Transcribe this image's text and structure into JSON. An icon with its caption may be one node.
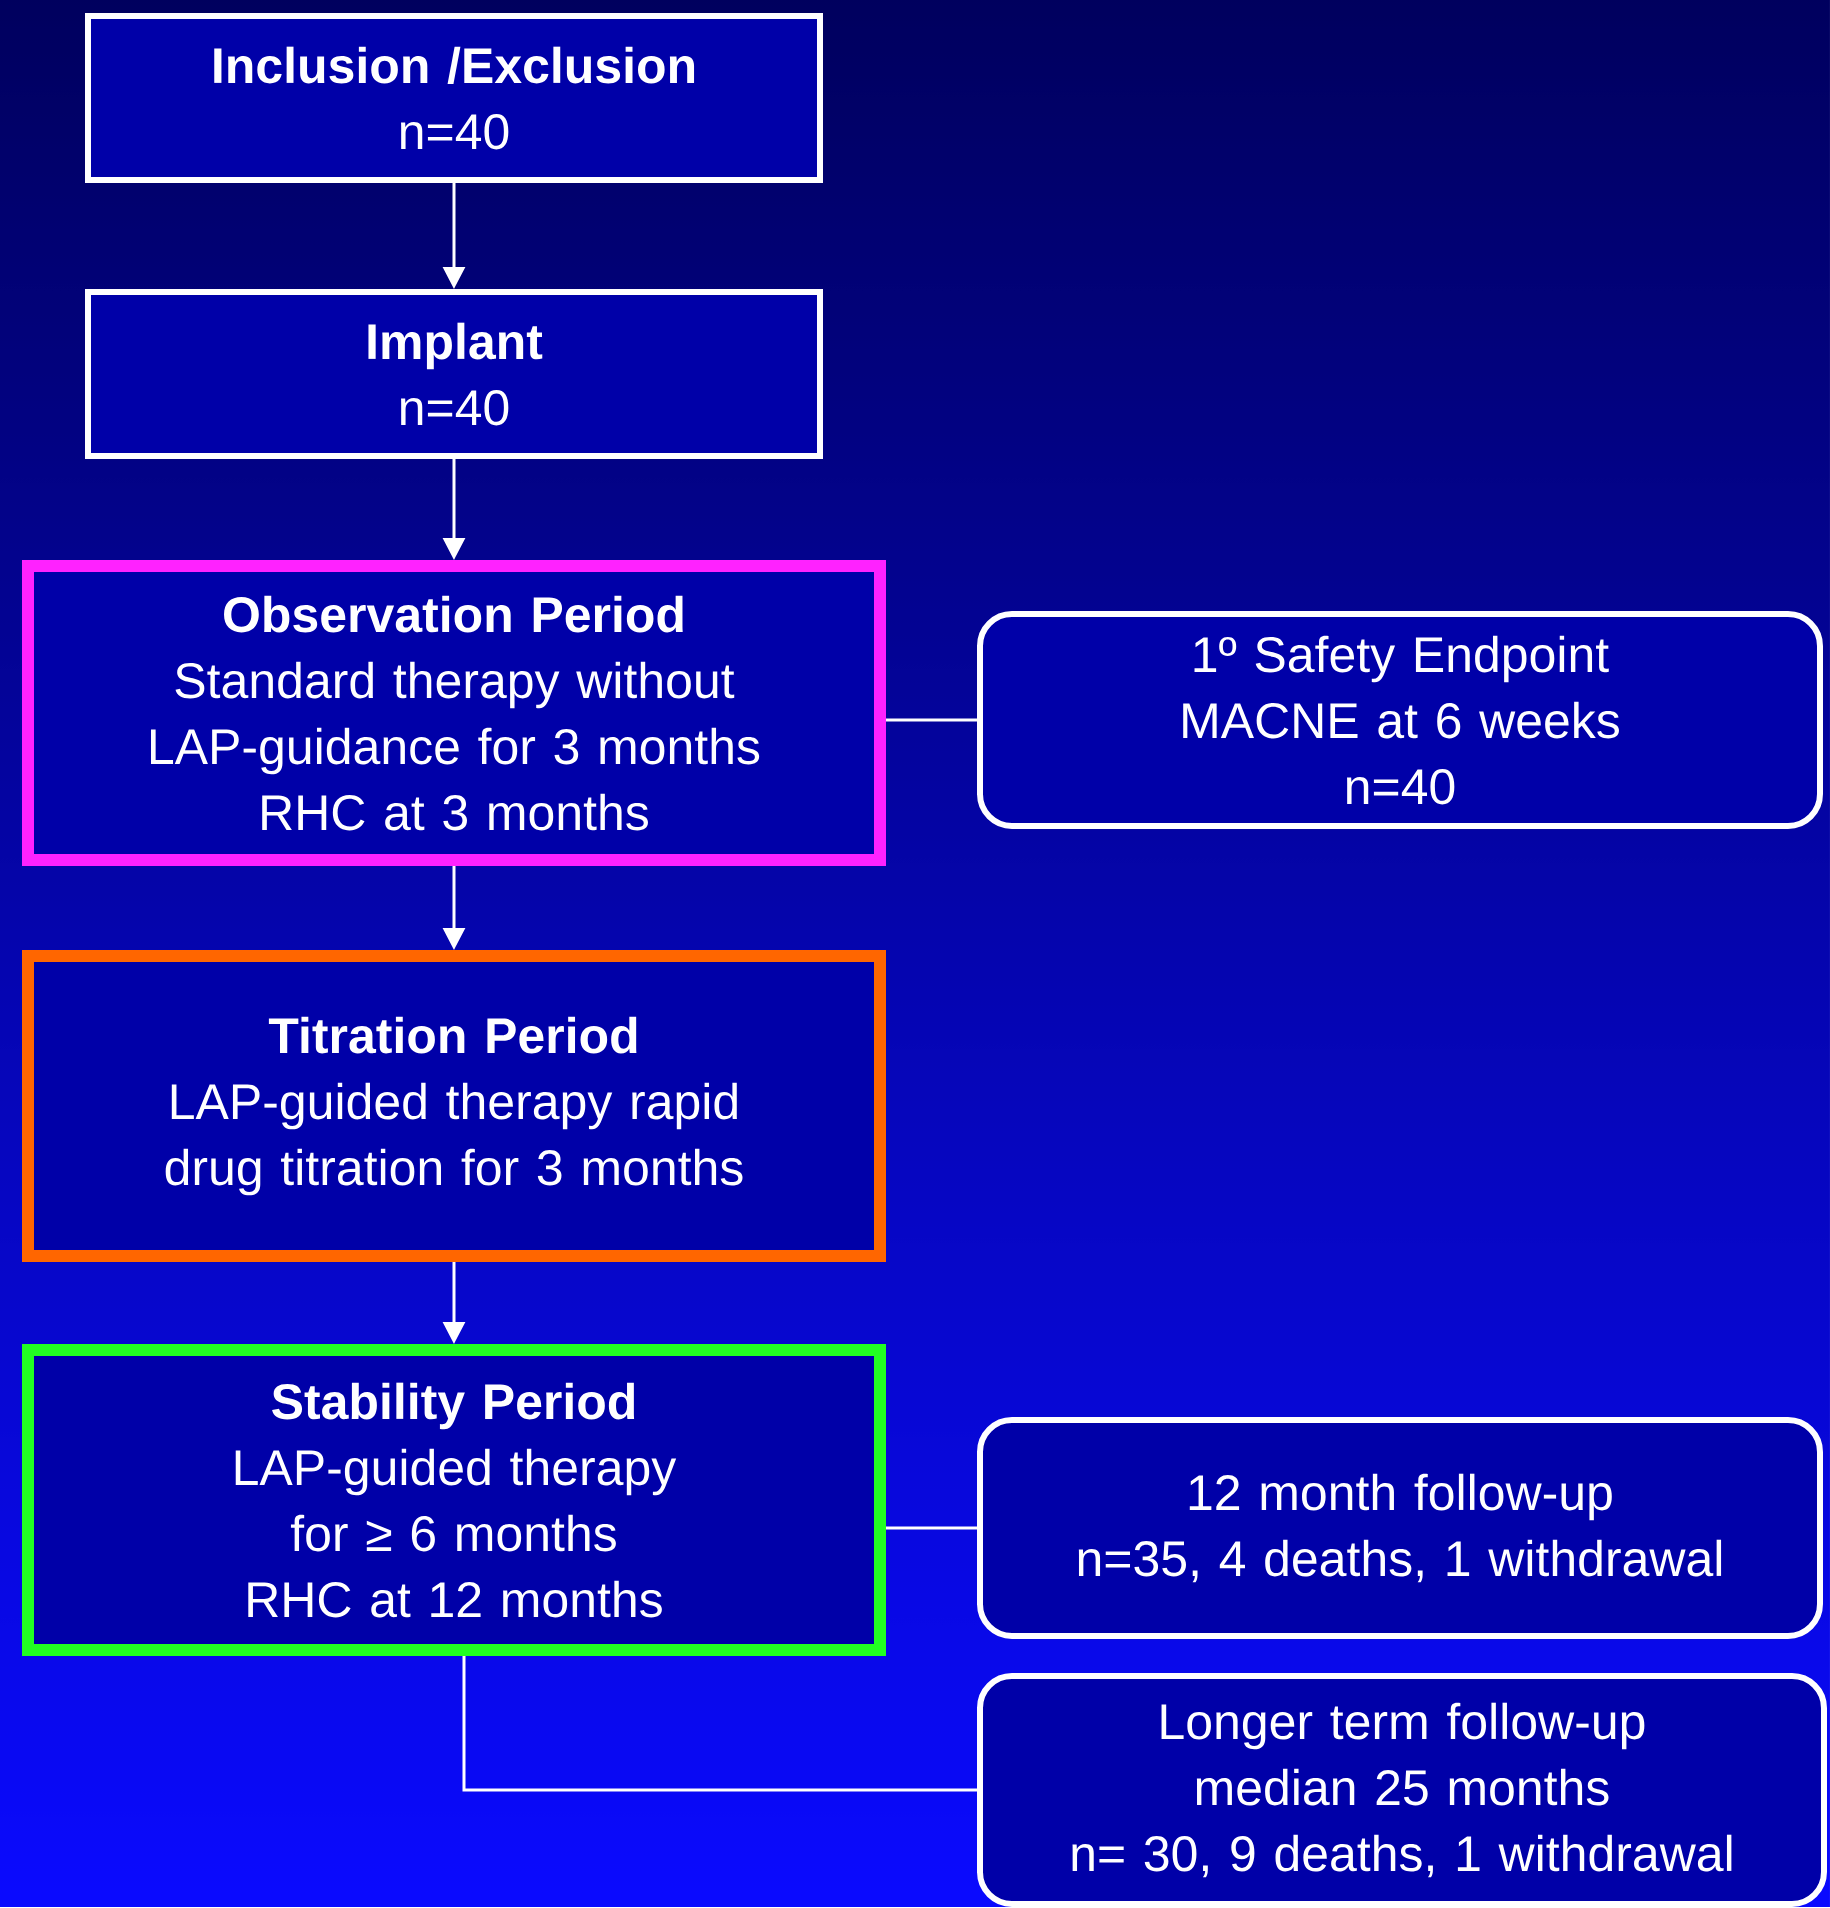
{
  "diagram": {
    "nodes": [
      {
        "text": [
          "Inclusion /Exclusion",
          "n=40"
        ]
      },
      {
        "text": [
          "Implant",
          "n=40"
        ]
      },
      {
        "text": [
          "Observation  Period",
          "Standard therapy without LAP-guidance for 3 months",
          "RHC at 3 months"
        ]
      },
      {
        "text": [
          "Titration Period",
          "LAP-guided therapy rapid drug titration  for 3 months"
        ]
      },
      {
        "text": [
          "Stability Period",
          "LAP-guided therapy for ≥ 6 months",
          "RHC at 12 months"
        ]
      },
      {
        "text": [
          "1º Safety Endpoint",
          "MACNE at 6 weeks",
          "n=40"
        ]
      },
      {
        "text": [
          "12 month follow-up",
          "n=35, 4 deaths, 1 withdrawal"
        ]
      },
      {
        "text": [
          "Longer term follow-up",
          "median 25 months",
          "n= 30, 9 deaths, 1 withdrawal"
        ]
      }
    ],
    "edges": [
      {
        "from": 0,
        "to": 1,
        "arrow": "to"
      },
      {
        "from": 1,
        "to": 2,
        "arrow": "to"
      },
      {
        "from": 2,
        "to": 3,
        "arrow": "to"
      },
      {
        "from": 3,
        "to": 4,
        "arrow": "to"
      },
      {
        "from": 2,
        "to": 5,
        "arrow": "none"
      },
      {
        "from": 4,
        "to": 6,
        "arrow": "none"
      },
      {
        "from": 4,
        "to": 7,
        "arrow": "none"
      }
    ]
  }
}
